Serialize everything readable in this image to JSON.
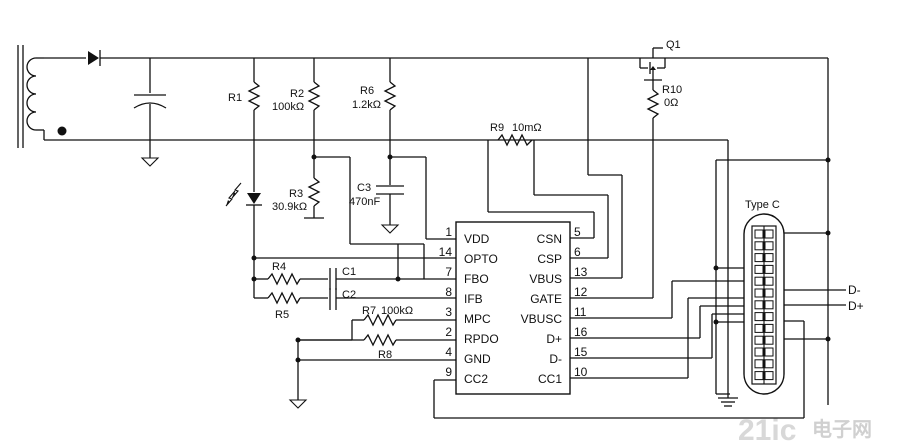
{
  "chip": {
    "left_pins": [
      {
        "num": "1",
        "name": "VDD"
      },
      {
        "num": "14",
        "name": "OPTO"
      },
      {
        "num": "7",
        "name": "FBO"
      },
      {
        "num": "8",
        "name": "IFB"
      },
      {
        "num": "3",
        "name": "MPC"
      },
      {
        "num": "2",
        "name": "RPDO"
      },
      {
        "num": "4",
        "name": "GND"
      },
      {
        "num": "9",
        "name": "CC2"
      }
    ],
    "right_pins": [
      {
        "num": "5",
        "name": "CSN"
      },
      {
        "num": "6",
        "name": "CSP"
      },
      {
        "num": "13",
        "name": "VBUS"
      },
      {
        "num": "12",
        "name": "GATE"
      },
      {
        "num": "11",
        "name": "VBUSC"
      },
      {
        "num": "16",
        "name": "D+"
      },
      {
        "num": "15",
        "name": "D-"
      },
      {
        "num": "10",
        "name": "CC1"
      }
    ]
  },
  "components": {
    "q1": "Q1",
    "r10": "R10",
    "r10_val": "0Ω",
    "r1": "R1",
    "r2": "R2",
    "r2_val": "100kΩ",
    "r3": "R3",
    "r3_val": "30.9kΩ",
    "r6": "R6",
    "r6_val": "1.2kΩ",
    "c3": "C3",
    "c3_val": "470nF",
    "r9": "R9",
    "r9_val": "10mΩ",
    "r4": "R4",
    "r5": "R5",
    "c1": "C1",
    "c2": "C2",
    "r7": "R7",
    "r7_val": "100kΩ",
    "r8": "R8"
  },
  "connector": {
    "title": "Type C",
    "dminus": "D-",
    "dplus": "D+"
  },
  "watermark": {
    "logo": "21ic",
    "text": "电子网"
  }
}
